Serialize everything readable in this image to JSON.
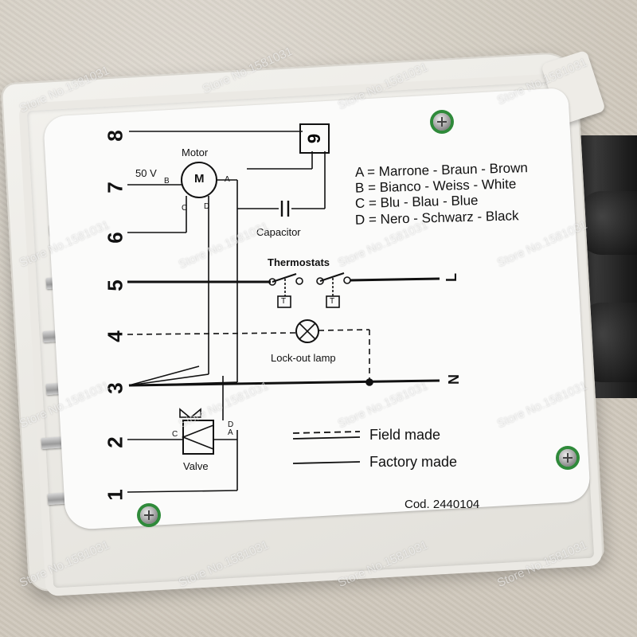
{
  "terminals": [
    "8",
    "7",
    "6",
    "5",
    "4",
    "3",
    "2",
    "1"
  ],
  "motor": {
    "title": "Motor",
    "voltage": "50 V",
    "symbol": "M",
    "pins": [
      "A",
      "B",
      "C",
      "D"
    ]
  },
  "box_label": "9",
  "capacitor_label": "Capacitor",
  "thermostats_label": "Thermostats",
  "thermostat_symbol": "T",
  "lamp_label": "Lock-out lamp",
  "valve": {
    "title": "Valve",
    "pins": [
      "D",
      "A",
      "C"
    ]
  },
  "line_labels": {
    "live": "L",
    "neutral": "N"
  },
  "legend": [
    "A = Marrone - Braun - Brown",
    "B = Bianco - Weiss - White",
    "C = Blu - Blau - Blue",
    "D = Nero - Schwarz - Black"
  ],
  "line_key": {
    "field": "Field made",
    "factory": "Factory made"
  },
  "code": "Cod. 2440104",
  "watermark_text": "Store No.1581031",
  "colors": {
    "housing": "#eeece7",
    "card": "#fbfbfa",
    "pcb": "#2f8a3a",
    "ink": "#111111",
    "cable": "#1c1c1c"
  }
}
